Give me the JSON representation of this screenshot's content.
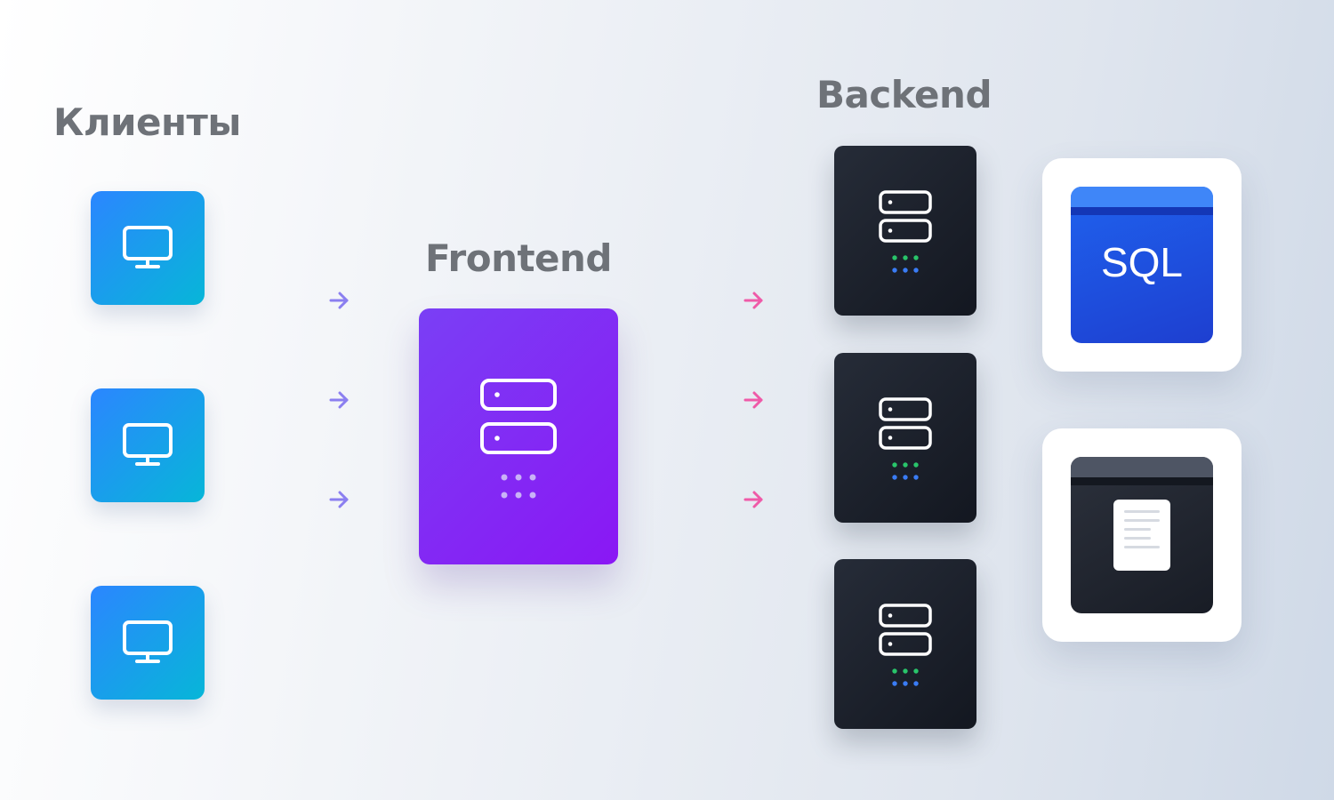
{
  "headings": {
    "clients": "Клиенты",
    "frontend": "Frontend",
    "backend": "Backend"
  },
  "databases": {
    "sql_label": "SQL"
  },
  "colors": {
    "client_gradient": [
      "#2b86ff",
      "#07b6d8"
    ],
    "frontend_gradient": [
      "#7a3ff5",
      "#8a17f4"
    ],
    "backend_gradient": [
      "#262c38",
      "#131720"
    ],
    "sql_gradient": [
      "#1f62ee",
      "#1e3fd0"
    ],
    "arrow_client_to_frontend": [
      "#6a8ef5",
      "#8b7ff0"
    ],
    "arrow_frontend_to_backend": [
      "#c45ef0",
      "#ef5aa8"
    ],
    "status_dots_green": "#29c46a",
    "status_dots_blue": "#3a7cf5",
    "heading_text": "#6e7278"
  },
  "icons": {
    "client": "monitor-icon",
    "frontend": "server-icon",
    "backend": "server-icon",
    "document_store": "document-icon"
  }
}
